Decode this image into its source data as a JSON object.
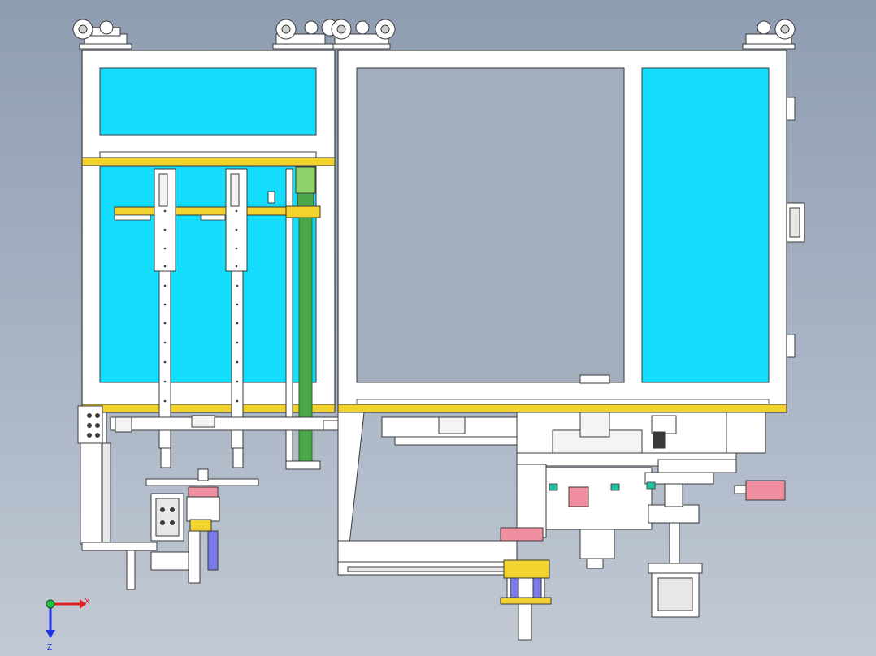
{
  "viewport": {
    "view": "front",
    "background": [
      "#8f9db2",
      "#c2c9d4"
    ]
  },
  "colors": {
    "panel_fill": "#13dcfc",
    "frame_fill": "#ffffff",
    "frame_stroke": "#3a3a3a",
    "gold_rail": "#f2d22c",
    "green_column": "#4aa84a",
    "pink_block": "#f08fa0",
    "blue_rod": "#7a7ae8",
    "gray_panel": "#a3aebd"
  },
  "assembly": {
    "casters": [
      "caster",
      "caster",
      "caster",
      "caster",
      "caster"
    ],
    "handles": [
      "door-handle"
    ],
    "hinges": [
      "hinge-top",
      "hinge-bottom"
    ]
  },
  "triad": {
    "x_label": "X",
    "z_label": "Z",
    "x_color": "#e02020",
    "y_color": "#20c040",
    "z_color": "#2030e0"
  }
}
